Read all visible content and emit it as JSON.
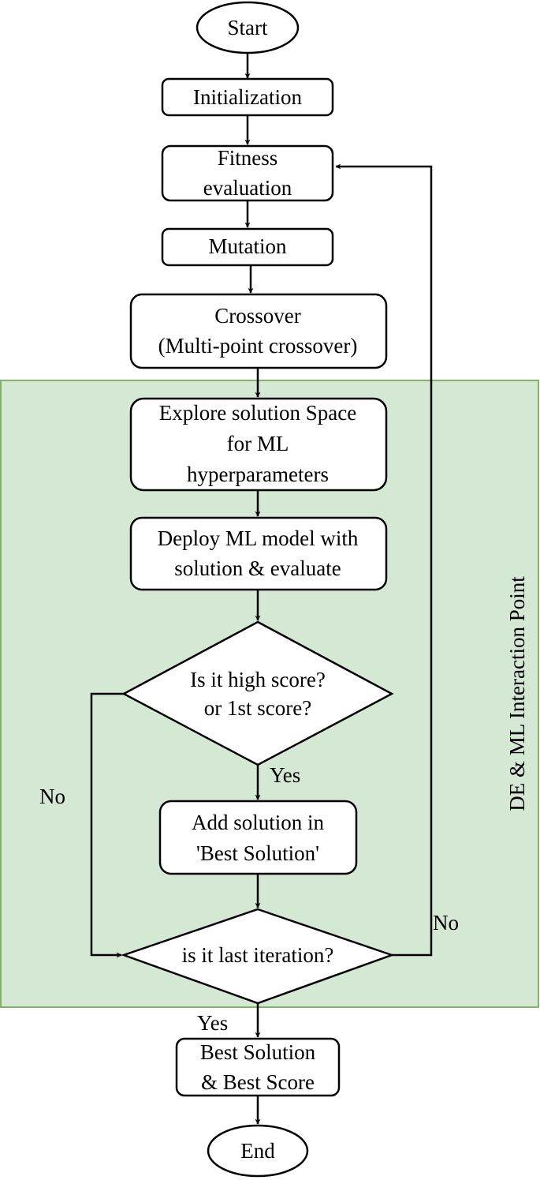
{
  "region": {
    "label": "DE & ML Interaction Point",
    "fill": "#d5e8d4",
    "stroke": "#82b366"
  },
  "nodes": {
    "start": "Start",
    "initialization": "Initialization",
    "fitness": [
      "Fitness",
      "evaluation"
    ],
    "mutation": "Mutation",
    "crossover": [
      "Crossover",
      "(Multi-point crossover)"
    ],
    "explore": [
      "Explore solution Space",
      "for ML",
      "hyperparameters"
    ],
    "deploy": [
      "Deploy ML model with",
      "solution & evaluate"
    ],
    "decision_score": [
      "Is it high score?",
      "or 1st score?"
    ],
    "add_solution": [
      "Add solution in",
      "'Best Solution'"
    ],
    "decision_last": "is it last iteration?",
    "best": [
      "Best Solution",
      "& Best Score"
    ],
    "end": "End"
  },
  "edge_labels": {
    "score_yes": "Yes",
    "score_no": "No",
    "last_no": "No",
    "last_yes": "Yes"
  }
}
